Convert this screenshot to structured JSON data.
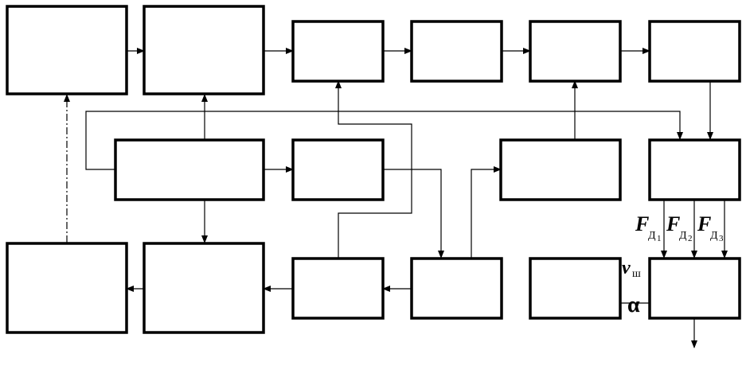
{
  "labels": {
    "f1": {
      "main": "F",
      "sub": "Д",
      "idx": "1"
    },
    "f2": {
      "main": "F",
      "sub": "Д",
      "idx": "2"
    },
    "f3": {
      "main": "F",
      "sub": "Д",
      "idx": "3"
    },
    "v": {
      "main": "v",
      "sub": "ш"
    },
    "alpha": "α"
  }
}
